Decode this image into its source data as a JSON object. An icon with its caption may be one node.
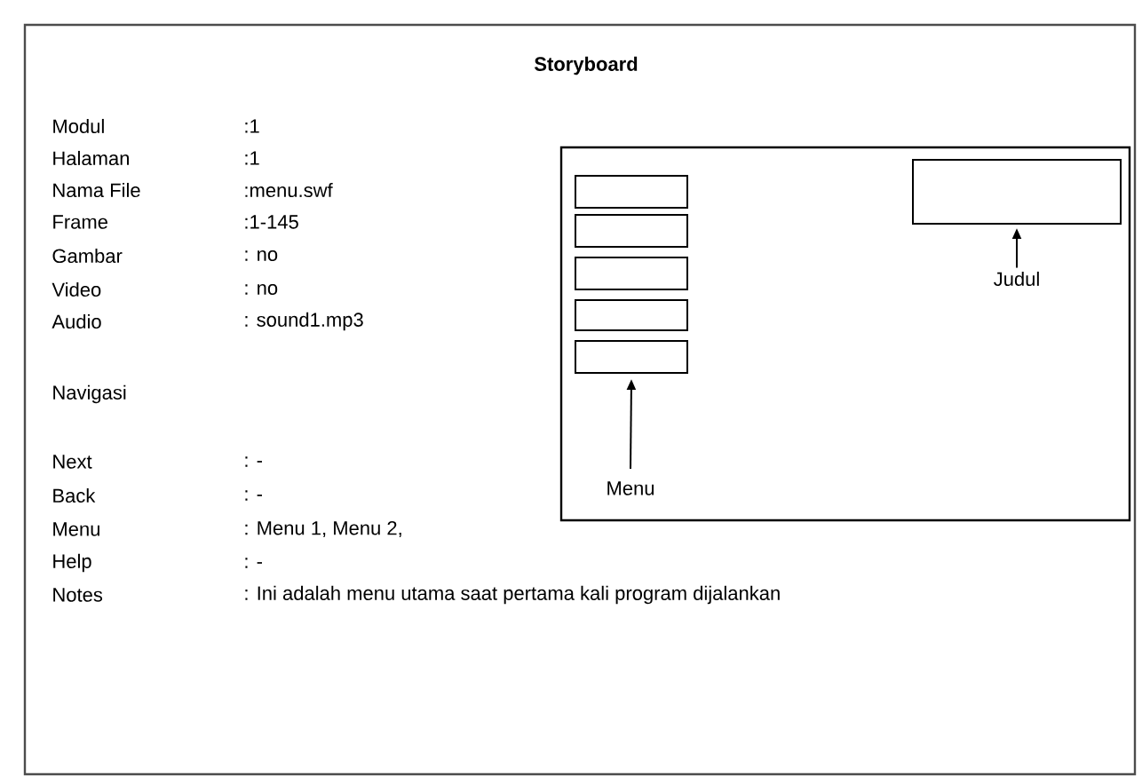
{
  "diagram": {
    "title": "Storyboard",
    "nodes": [
      {
        "text": [],
        "shape": "box"
      },
      {
        "text": [],
        "shape": "box",
        "in": 0
      },
      {
        "text": [],
        "shape": "box",
        "in": 0
      },
      {
        "text": [],
        "shape": "box",
        "in": 0
      },
      {
        "text": [],
        "shape": "box",
        "in": 0
      },
      {
        "text": [],
        "shape": "box",
        "in": 0
      },
      {
        "text": [],
        "shape": "box",
        "in": 0
      },
      {
        "text": [
          "Menu"
        ],
        "in": 0
      },
      {
        "text": [
          "Judul"
        ],
        "in": 0
      }
    ],
    "edges": [
      {
        "from": 7,
        "to": 5,
        "arrow": "to"
      },
      {
        "from": 8,
        "to": 6,
        "arrow": "to"
      }
    ],
    "labels": [
      "Modul",
      ":1",
      "Halaman",
      ":1",
      "Nama File",
      ":menu.swf",
      "Frame",
      ":1-145",
      "Gambar",
      ": no",
      "Video",
      ": no",
      "Audio",
      ": sound1.mp3",
      "Navigasi",
      "Next",
      ": -",
      "Back",
      ": -",
      "Menu",
      ": Menu 1, Menu 2,",
      "Help",
      ": -",
      "Notes",
      ": Ini adalah menu utama saat pertama kali program dijalankan"
    ]
  }
}
